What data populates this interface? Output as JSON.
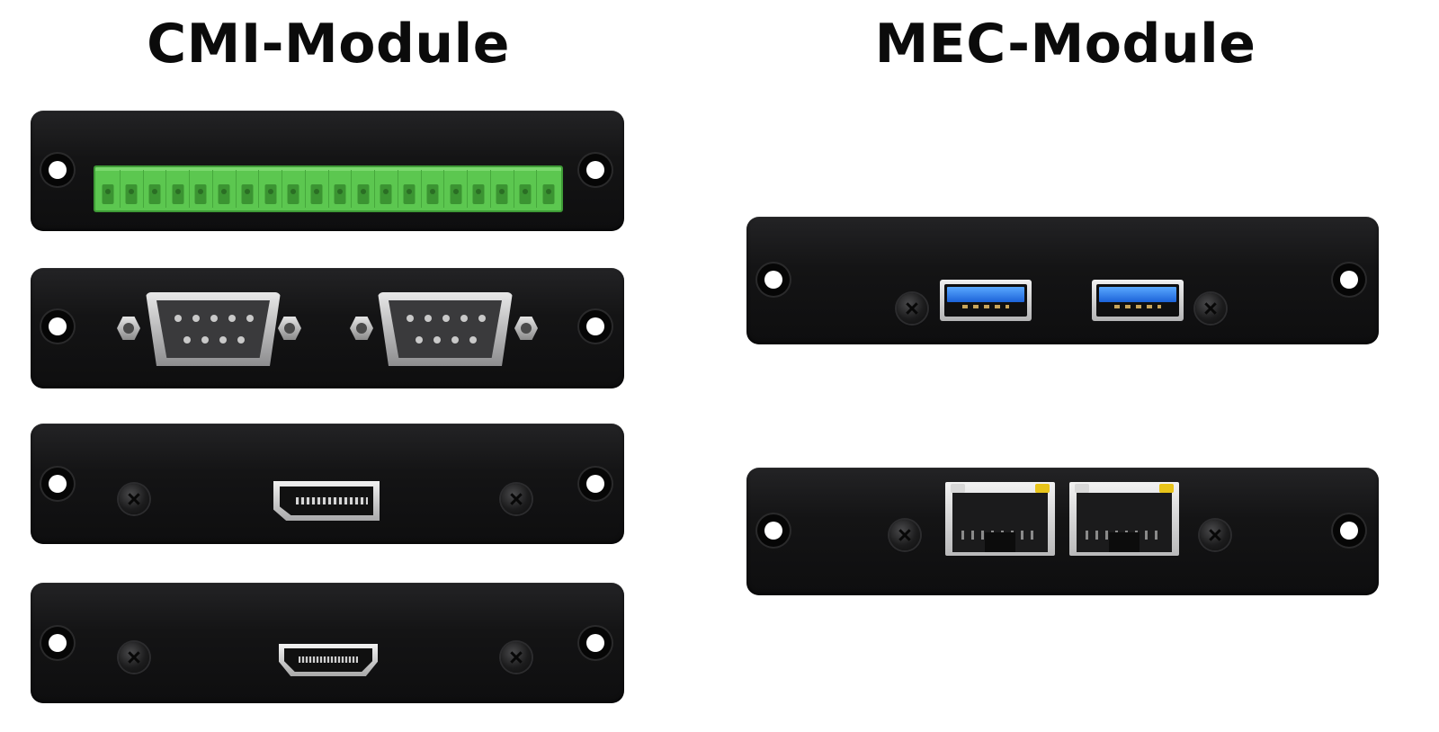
{
  "titles": {
    "left": "CMI-Module",
    "right": "MEC-Module"
  },
  "panels": [
    {
      "name": "terminal-block-panel",
      "connector": "green-terminal-block-icon",
      "pin_count": 20
    },
    {
      "name": "dual-serial-panel",
      "connector": "db9-serial-port-icon",
      "count": 2
    },
    {
      "name": "displayport-panel",
      "connector": "displayport-icon",
      "count": 1
    },
    {
      "name": "hdmi-panel",
      "connector": "hdmi-port-icon",
      "count": 1
    },
    {
      "name": "dual-usb-panel",
      "connector": "usb3-port-icon",
      "count": 2
    },
    {
      "name": "dual-lan-panel",
      "connector": "rj45-port-icon",
      "count": 2
    }
  ],
  "colors": {
    "panel": "#141415",
    "terminal_green": "#5cc750",
    "usb_blue": "#1c63d8",
    "led_yellow": "#e8c41a"
  }
}
